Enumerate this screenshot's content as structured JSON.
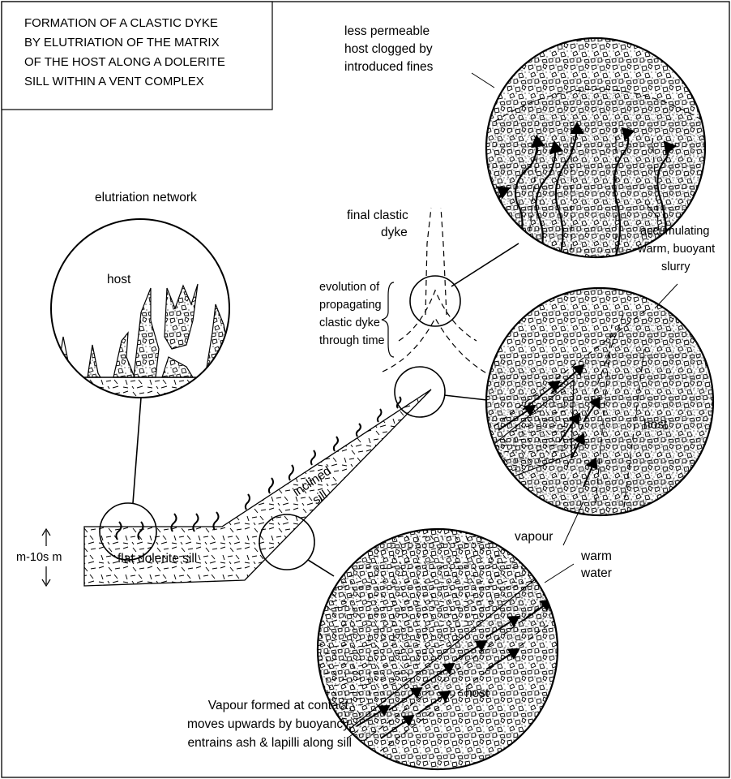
{
  "title_lines": [
    "FORMATION OF A CLASTIC DYKE",
    "BY ELUTRIATION OF THE MATRIX",
    "OF THE HOST ALONG A DOLERITE",
    "SILL WITHIN A VENT COMPLEX"
  ],
  "labels": {
    "top_circle": [
      "less permeable",
      "host clogged by",
      "introduced fines"
    ],
    "accumulating": [
      "accumulating",
      "warm, buoyant",
      "slurry"
    ],
    "elutriation_network": "elutriation network",
    "host": "host",
    "final_dyke": [
      "final clastic",
      "dyke"
    ],
    "evolution": [
      "evolution of",
      "propagating",
      "clastic dyke",
      "through time"
    ],
    "inclined_sill": [
      "inclined",
      "sill"
    ],
    "flat_sill": "flat dolerite sill",
    "scale": "m-10s m",
    "vapour": "vapour",
    "warm_water": [
      "warm",
      "water"
    ],
    "caption": [
      "Vapour formed at contact,",
      "moves upwards by buoyancy,",
      "entrains ash & lapilli along sill"
    ]
  }
}
